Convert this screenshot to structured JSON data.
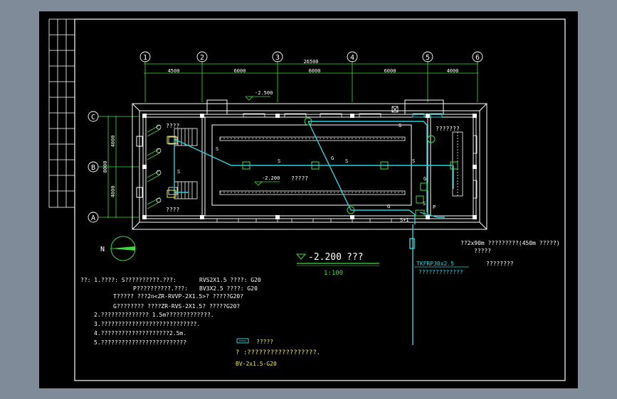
{
  "colors": {
    "background": "#7f8b98",
    "sheet": "#000000",
    "line_white": "#ffffff",
    "dim_green": "#3cdc3c",
    "cable_cyan": "#27d3d8",
    "note_yellow": "#f0f03c"
  },
  "axes": {
    "top": [
      "1",
      "2",
      "3",
      "4",
      "5",
      "6"
    ],
    "left": [
      "C",
      "B",
      "A"
    ]
  },
  "dimensions": {
    "overall": "26500",
    "spans": [
      "4500",
      "6000",
      "6000",
      "6000",
      "4000"
    ],
    "left_spans": [
      "4000",
      "4000"
    ],
    "left_overall": "8000"
  },
  "elevations": {
    "top": "-2.500",
    "middle": "-2.200"
  },
  "room_labels": {
    "upper_left": "????",
    "lower_left": "????",
    "center": "?????",
    "right": "???????"
  },
  "cable_labels": {
    "s_marks": [
      "S",
      "S",
      "S",
      "S",
      "S",
      "S"
    ],
    "g_marks": [
      "G",
      "G",
      "G",
      "G"
    ],
    "s_plus": "S+1",
    "p_mark": "P"
  },
  "right_notes": {
    "line1": "??2x90m ?????????(450m ?????)",
    "line2": "?????",
    "cable": "TKFRPJ0x2.5",
    "cable_sub": "?????????????",
    "note": "????????"
  },
  "scale_title": {
    "elevation": "-2.200",
    "suffix": "???",
    "scale": "1:100"
  },
  "notes": {
    "line1": "??: 1.????: S??????????.???:",
    "line1b": "RVS2X1.5  ????:  G20",
    "line2": "P??????????.???:",
    "line2b": "BV3X2.5  ????:  G20",
    "line3": "T?????  ???2n<ZR-RVVP-2X1.5>?  ?????G20?",
    "line4": "G????????  ????ZR-RVS-2X1.5?  ?????G20?",
    "line5": "2.?????????????? 1.5m?????????????.",
    "line6": "3.????????????????????????????.",
    "line7": "4.????????????????????2.5m.",
    "line8": "5.?????????????????????????"
  },
  "legend": {
    "item1": "?????",
    "item2": "? :??????????????????.",
    "item3": "BV-2x1.5-G20"
  },
  "north": "N"
}
